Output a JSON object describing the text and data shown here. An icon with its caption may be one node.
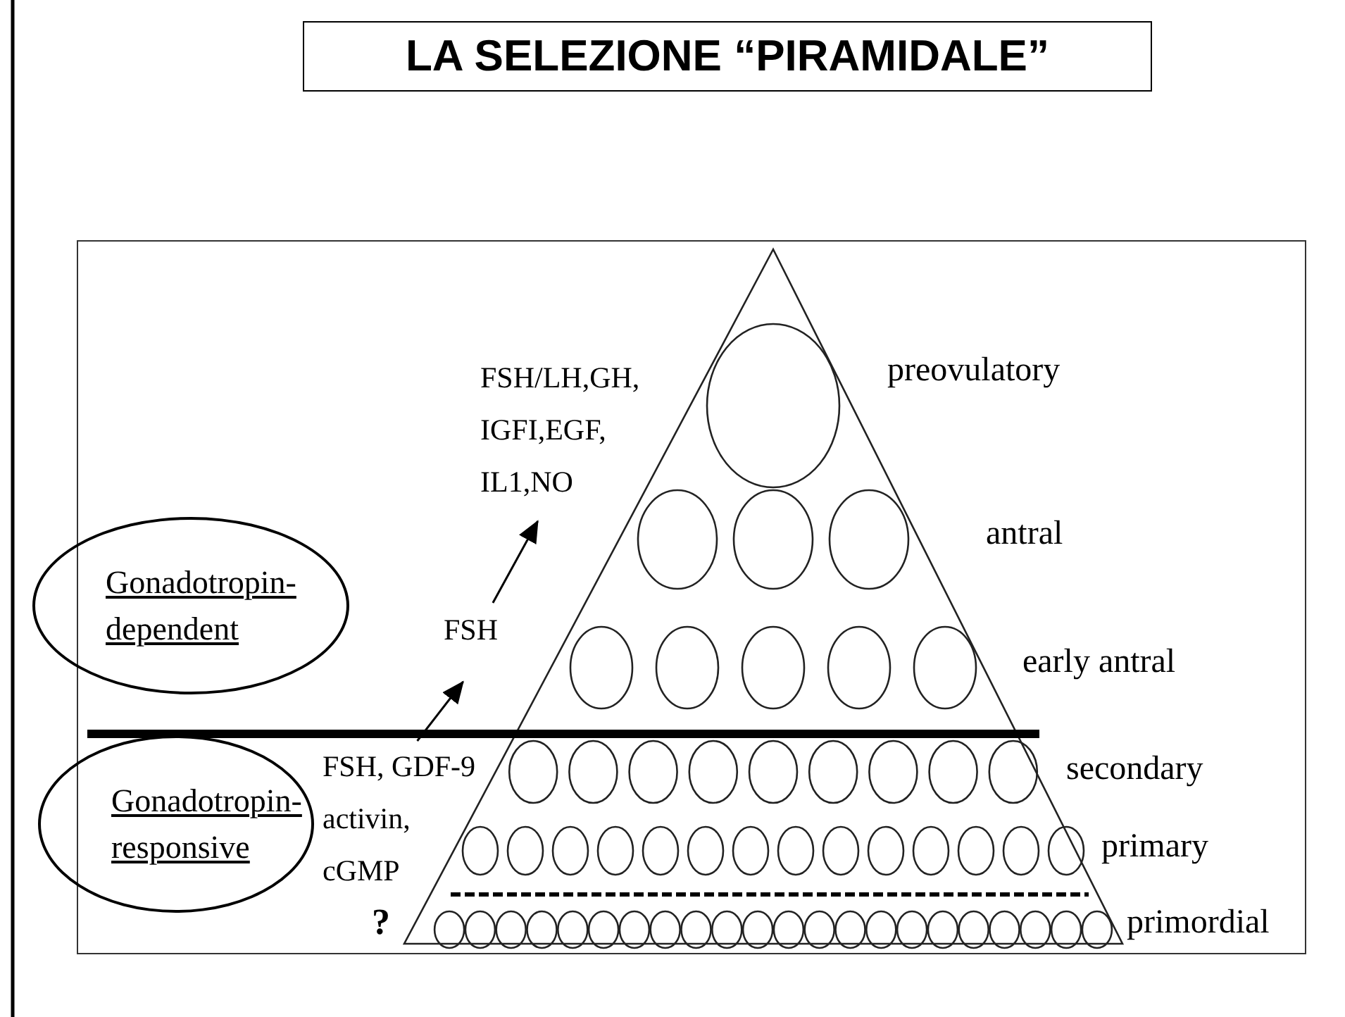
{
  "diagram": {
    "nodes": [
      {
        "text": [
          "LA SELEZIONE “PIRAMIDALE”"
        ]
      },
      {
        "text": [
          "Gonadotropin- dependent"
        ]
      },
      {
        "text": [
          "Gonadotropin- responsive"
        ]
      },
      {
        "text": [
          "FSH, GDF-9 activin, cGMP"
        ]
      },
      {
        "text": [
          "FSH"
        ]
      },
      {
        "text": [
          "FSH/LH,GH, IGFI,EGF, IL1,NO"
        ]
      }
    ],
    "edges": [
      {
        "from": 3,
        "to": 4,
        "arrow": "to"
      },
      {
        "from": 4,
        "to": 5,
        "arrow": "to"
      }
    ],
    "labels": [
      "preovulatory",
      "antral",
      "early antral",
      "secondary",
      "primary",
      "primordial",
      "?"
    ]
  }
}
